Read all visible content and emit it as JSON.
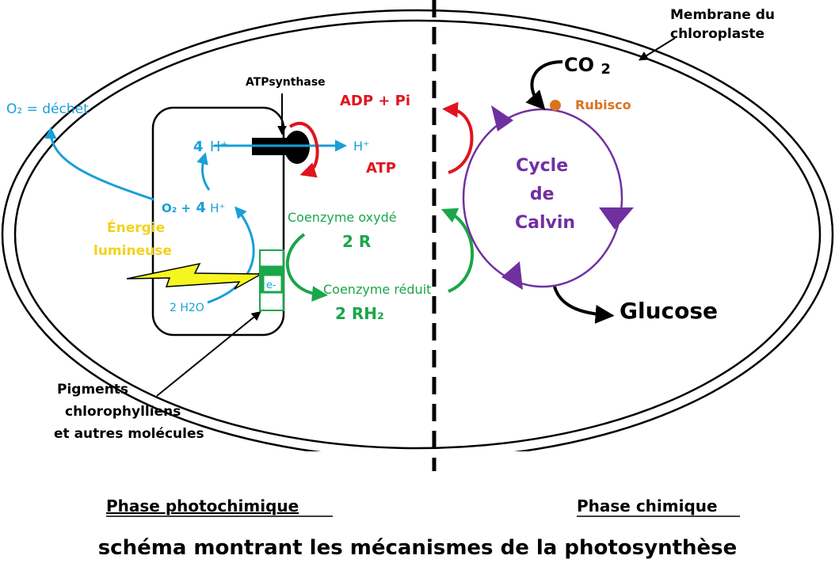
{
  "labels": {
    "membrane_line1": "Membrane du",
    "membrane_line2": "chloroplaste",
    "atp_synthase": "ATPsynthase",
    "o2_waste": "O₂ = déchet",
    "h_left_num": "4",
    "h_left_ion": "H⁺",
    "h_right": "H⁺",
    "adp_pi": "ADP + Pi",
    "atp": "ATP",
    "o2_4h_o2": "O₂ +",
    "o2_4h_num": "4",
    "o2_4h_ion": "H⁺",
    "light_line1": "Énergie",
    "light_line2": "lumineuse",
    "water": "2 H2O",
    "electron": "e-",
    "coenzyme_oxidized": "Coenzyme oxydé",
    "two_r": "2 R",
    "coenzyme_reduced": "Coenzyme réduit",
    "two_rh2": "2 RH₂",
    "co2_main": "CO",
    "co2_sub": "2",
    "rubisco": "Rubisco",
    "cycle_line1": "Cycle",
    "cycle_line2": "de",
    "cycle_line3": "Calvin",
    "glucose": "Glucose",
    "pigments_line1": "Pigments",
    "pigments_line2": "chlorophylliens",
    "pigments_line3": "et autres molécules"
  },
  "phases": {
    "photochemical": "Phase photochimique",
    "chemical": "Phase chimique"
  },
  "caption": "schéma montrant les mécanismes de la photosynthèse",
  "colors": {
    "blue": "#1a9fd8",
    "red": "#e0141e",
    "green": "#1aa64a",
    "purple": "#7030a0",
    "orange": "#d87420",
    "yellow": "#f2d21c",
    "lightning": "#f5f520",
    "black": "#000000"
  }
}
